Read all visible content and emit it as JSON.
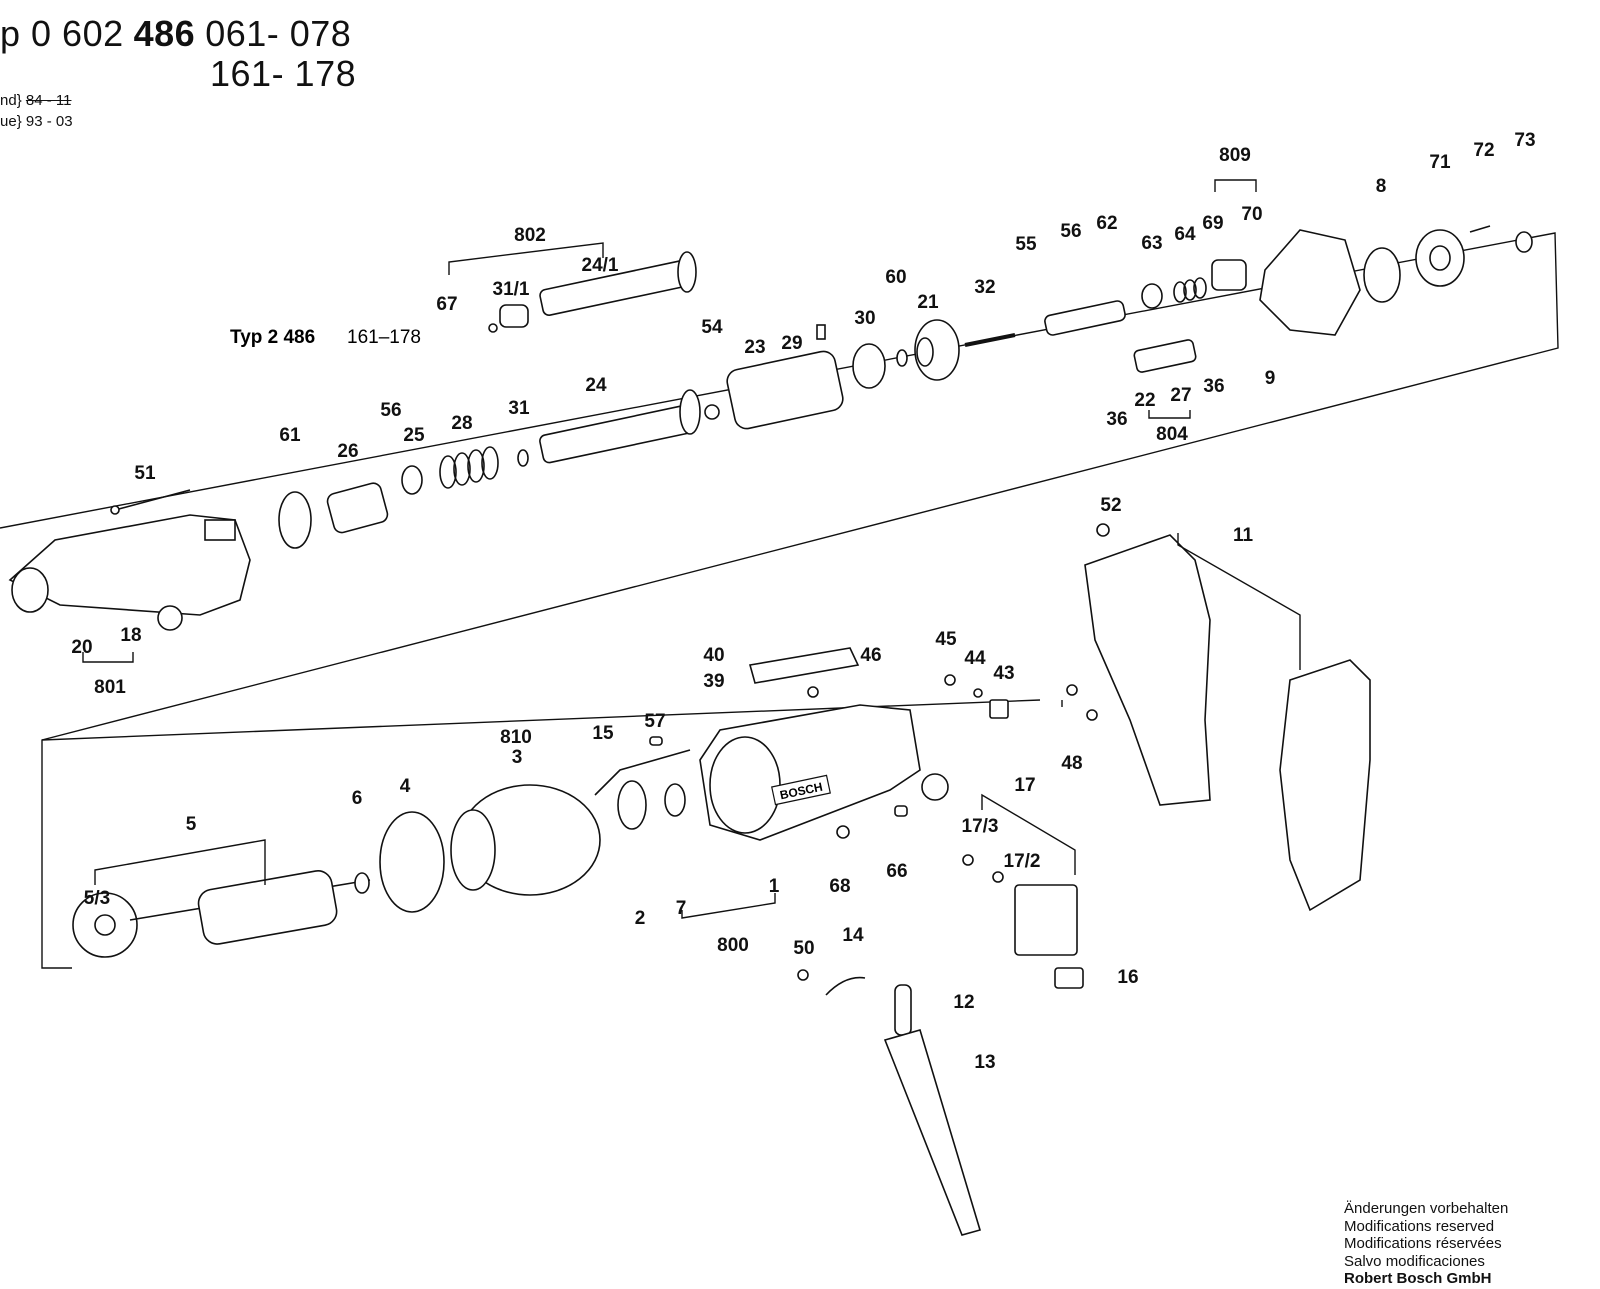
{
  "header": {
    "type_prefix": "p 0 602",
    "type_bold": "486",
    "range1": "061- 078",
    "range2": "161- 178",
    "stand_label": "nd",
    "stand_value": "84 - 11",
    "ausgabe_label": "ue",
    "ausgabe_value": "93 - 03"
  },
  "subtype_label": "Typ 2 486",
  "subtype_range": "161–178",
  "part_labels": [
    "809",
    "71",
    "72",
    "73",
    "8",
    "802",
    "24/1",
    "31/1",
    "67",
    "69",
    "70",
    "56",
    "62",
    "63",
    "64",
    "55",
    "60",
    "21",
    "32",
    "54",
    "30",
    "23",
    "29",
    "22",
    "27",
    "36",
    "36",
    "9",
    "804",
    "24",
    "31",
    "28",
    "56",
    "25",
    "61",
    "26",
    "51",
    "18",
    "20",
    "801",
    "52",
    "11",
    "40",
    "46",
    "39",
    "45",
    "44",
    "43",
    "48",
    "810",
    "3",
    "15",
    "57",
    "4",
    "6",
    "5",
    "5/3",
    "2",
    "7",
    "1",
    "800",
    "17",
    "17/3",
    "17/2",
    "68",
    "66",
    "14",
    "50",
    "16",
    "12",
    "13"
  ],
  "footer": {
    "line1": "Änderungen vorbehalten",
    "line2": "Modifications reserved",
    "line3": "Modifications réservées",
    "line4": "Salvo modificaciones",
    "company": "Robert Bosch GmbH"
  },
  "brand_logo_text": "BOSCH"
}
